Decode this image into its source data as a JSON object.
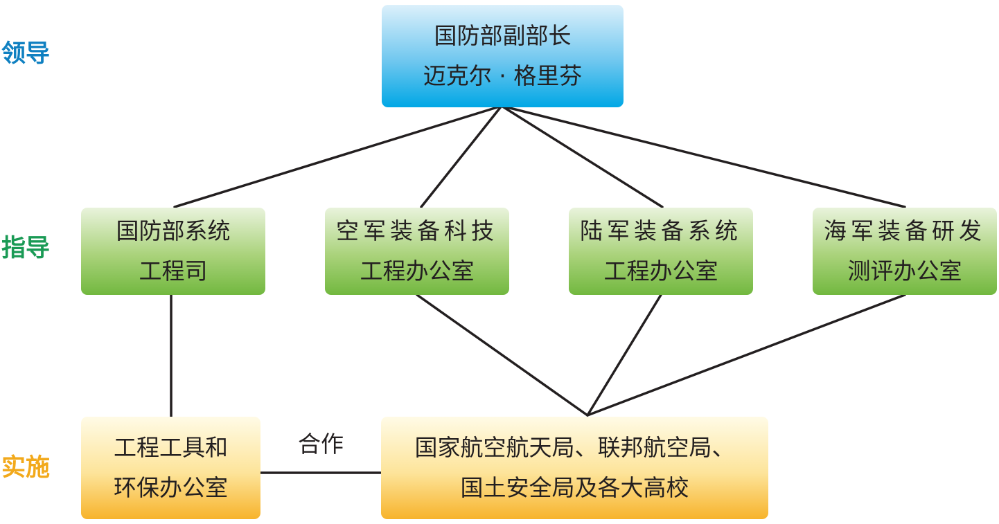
{
  "levels": {
    "lead": "领导",
    "guide": "指导",
    "implement": "实施"
  },
  "colors": {
    "lead_label": "#0f80c1",
    "guide_label": "#1a9a55",
    "implement_label": "#f2a91b",
    "line": "#231f20"
  },
  "nodes": {
    "top": {
      "line1": "国防部副部长",
      "line2": "迈克尔 · 格里芬"
    },
    "dod": {
      "line1": "国防部系统",
      "line2": "工程司"
    },
    "air": {
      "line1": "空军装备科技",
      "line2": "工程办公室"
    },
    "army": {
      "line1": "陆军装备系统",
      "line2": "工程办公室"
    },
    "navy": {
      "line1": "海军装备研发",
      "line2": "测评办公室"
    },
    "eng": {
      "line1": "工程工具和",
      "line2": "环保办公室"
    },
    "partners": {
      "line1": "国家航空航天局、联邦航空局、",
      "line2": "国土安全局及各大高校"
    }
  },
  "cooperation_label": "合作"
}
